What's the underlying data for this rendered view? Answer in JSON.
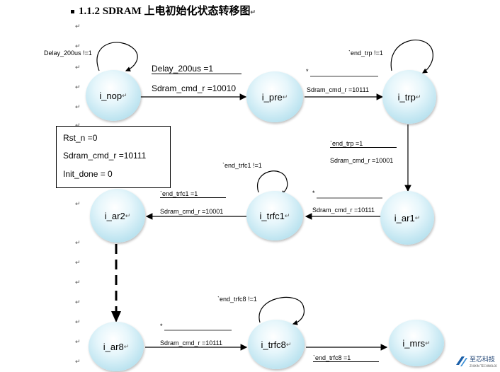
{
  "heading": {
    "number": "1.1.2",
    "title": "SDRAM 上电初始化状态转移图"
  },
  "paragraph_mark": "↵",
  "states": {
    "nop": "i_nop",
    "pre": "i_pre",
    "trp": "i_trp",
    "ar1": "i_ar1",
    "trfc1": "i_trfc1",
    "ar2": "i_ar2",
    "ar8": "i_ar8",
    "trfc8": "i_trfc8",
    "mrs": "i_mrs"
  },
  "labels": {
    "nop_self": "Delay_200us !=1",
    "nop_to_pre_cond": "Delay_200us =1",
    "nop_to_pre_cmd": "Sdram_cmd_r =10010",
    "pre_to_trp_cond": "*",
    "pre_to_trp_cmd": "Sdram_cmd_r =10111",
    "trp_self": "`end_trp !=1",
    "trp_to_ar1_cond": "`end_trp =1",
    "trp_to_ar1_cmd": "Sdram_cmd_r =10001",
    "ar1_to_trfc1_cond": "*",
    "ar1_to_trfc1_cmd": "Sdram_cmd_r =10111",
    "trfc1_self": "`end_trfc1 !=1",
    "trfc1_to_ar2_cond": "`end_trfc1 =1",
    "trfc1_to_ar2_cmd": "Sdram_cmd_r =10001",
    "trfc8_self": "`end_trfc8 !=1",
    "ar8_to_trfc8_cond": "*",
    "ar8_to_trfc8_cmd": "Sdram_cmd_r =10111",
    "trfc8_to_mrs_cond": "`end_trfc8 =1"
  },
  "reset_box": {
    "line1": "Rst_n =0",
    "line2": "Sdram_cmd_r =10111",
    "line3": "Init_done = 0"
  },
  "logo_text": "至芯科技"
}
